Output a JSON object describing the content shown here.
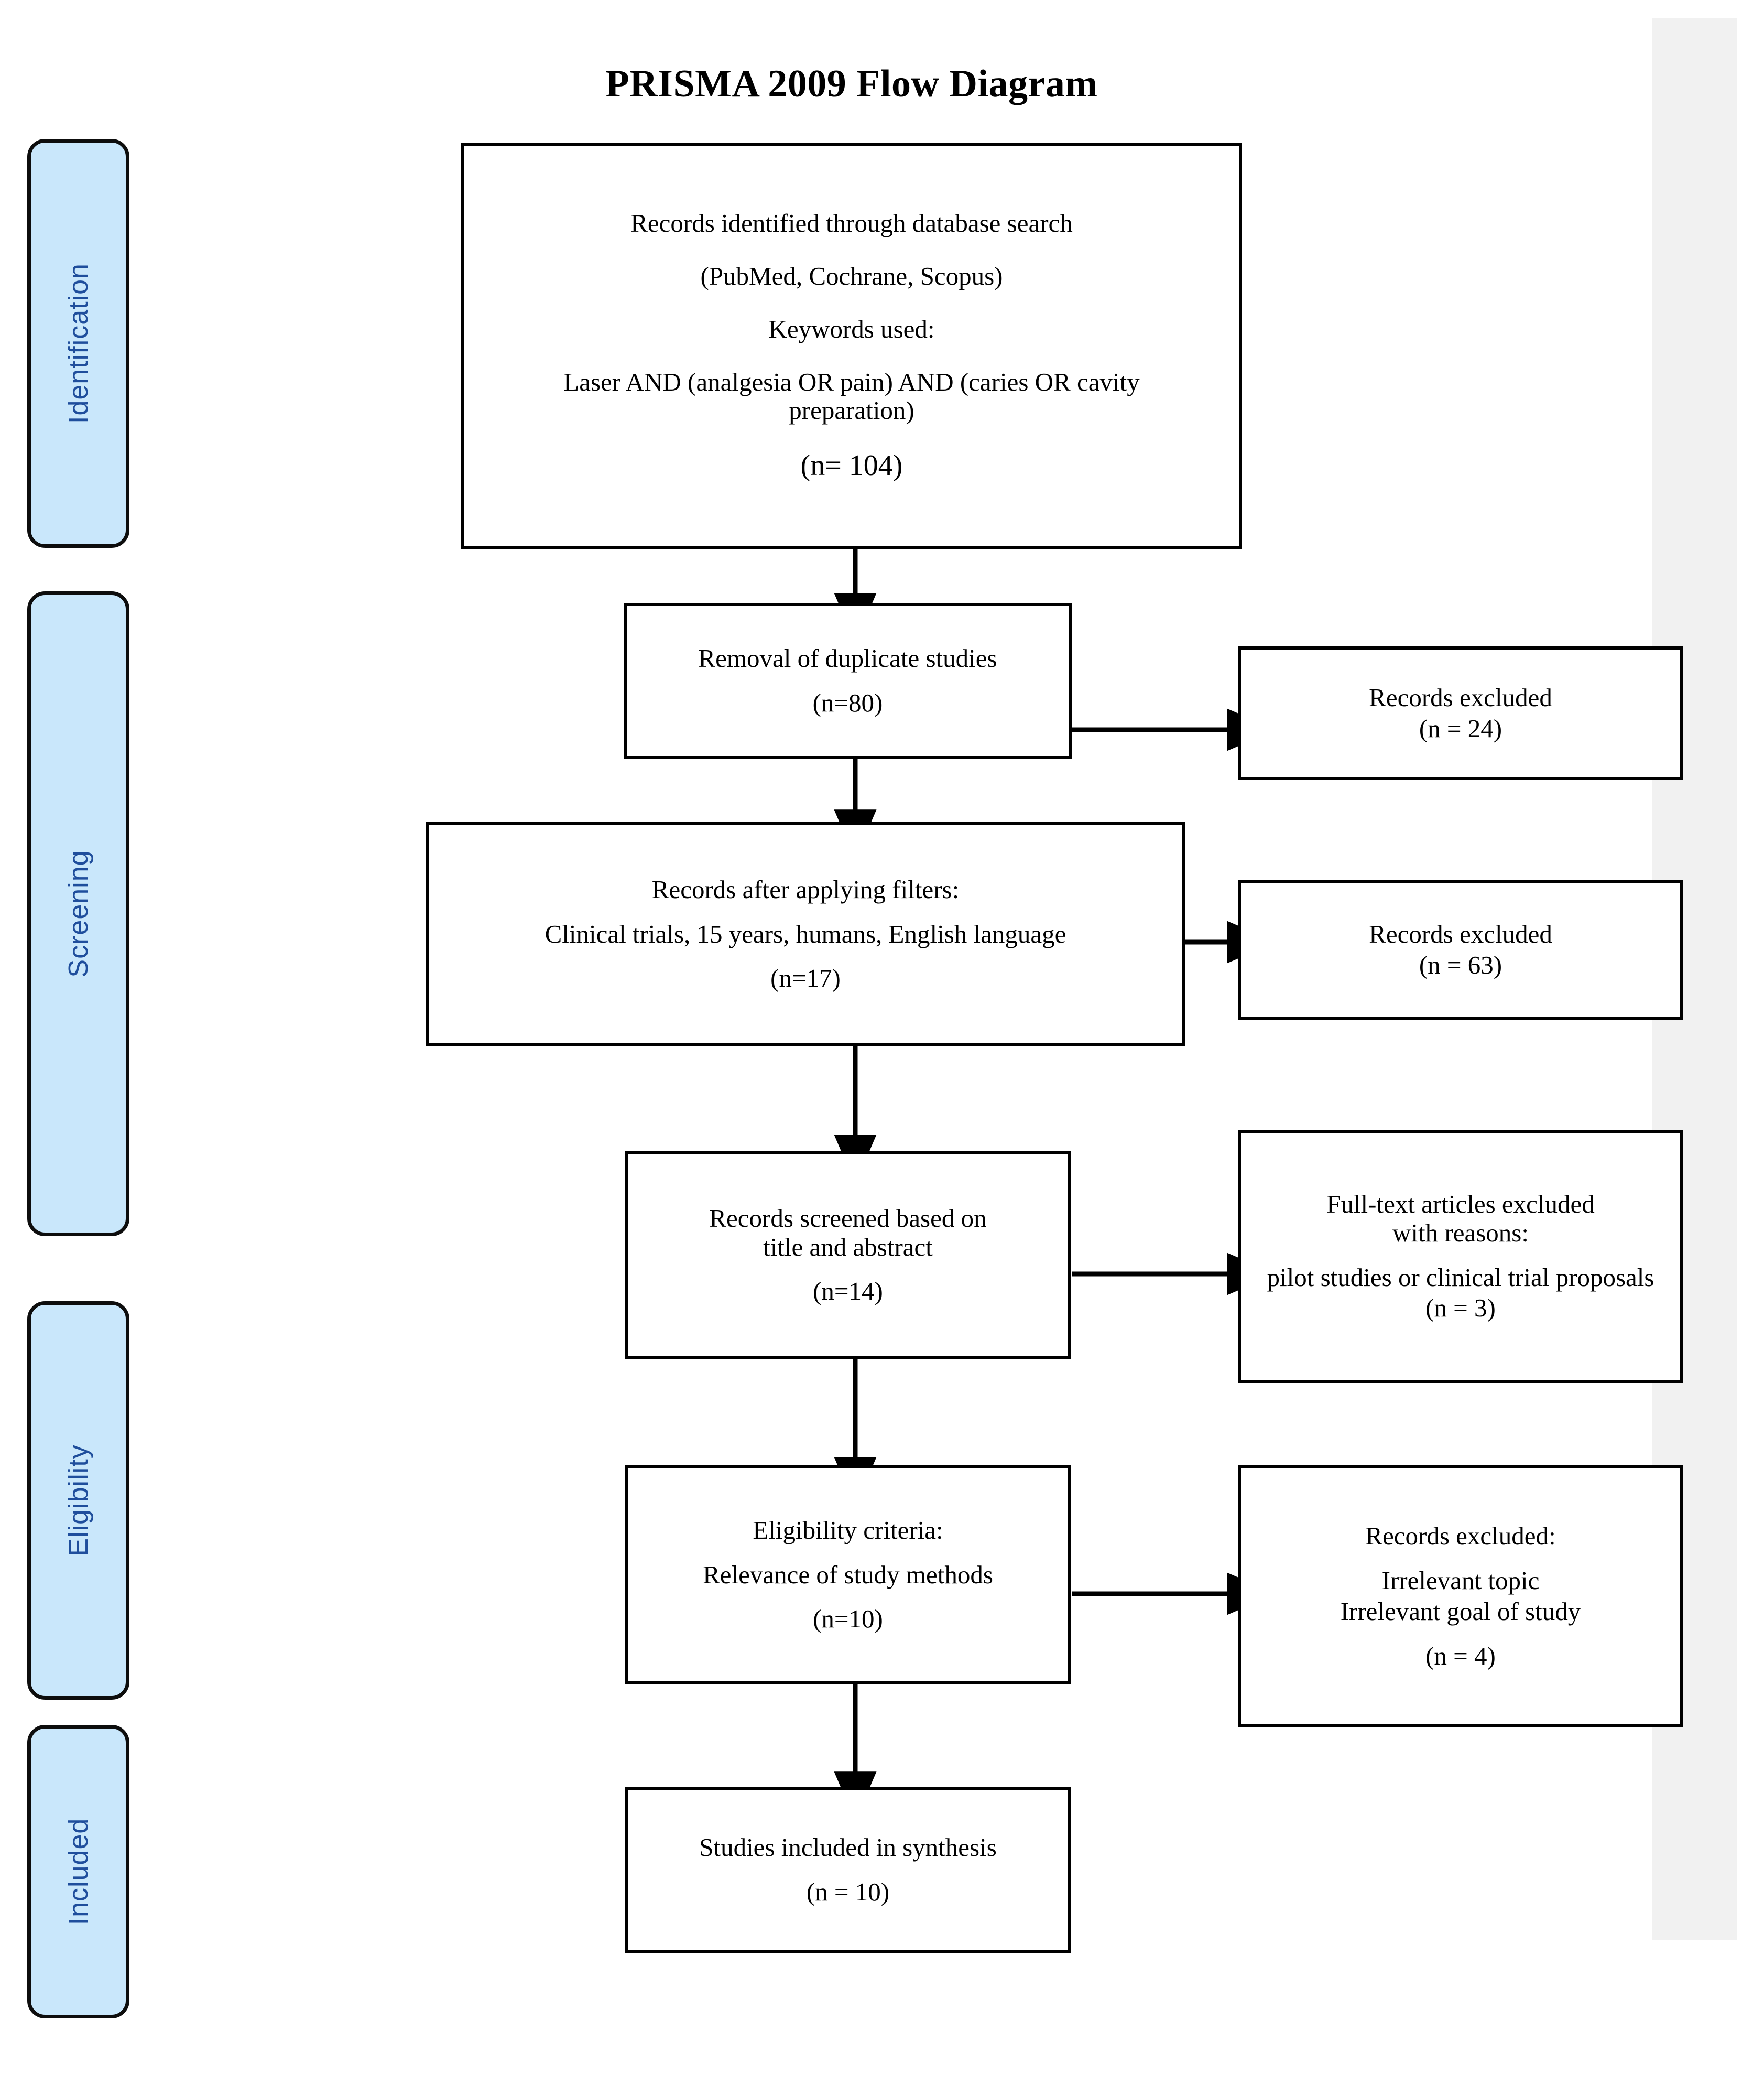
{
  "diagram": {
    "title": "PRISMA 2009 Flow Diagram",
    "accent_color": "#c9e7fb",
    "label_text_color": "#1f4e9c",
    "box_border_color": "#000000",
    "side_strip_color": "#f1f1f1"
  },
  "stages": [
    {
      "label": "Identification"
    },
    {
      "label": "Screening"
    },
    {
      "label": "Eligibility"
    },
    {
      "label": "Included"
    }
  ],
  "boxes": {
    "identified": {
      "name": "records-identified",
      "lines": [
        "Records identified through database search",
        "(PubMed, Cochrane, Scopus)",
        "Keywords used:",
        "Laser AND (analgesia OR pain) AND (caries OR cavity preparation)",
        "(n= 104)"
      ]
    },
    "duplicates": {
      "name": "removal-of-duplicates",
      "lines": [
        "Removal of duplicate studies",
        "(n=80)"
      ]
    },
    "excluded_24": {
      "name": "records-excluded-24",
      "lines": [
        "Records excluded",
        "(n = 24)"
      ]
    },
    "filters": {
      "name": "records-after-filters",
      "lines": [
        "Records after applying filters:",
        "Clinical trials, 15 years, humans, English language",
        "(n=17)"
      ]
    },
    "excluded_63": {
      "name": "records-excluded-63",
      "lines": [
        "Records excluded",
        "(n = 63)"
      ]
    },
    "screened": {
      "name": "records-screened",
      "lines": [
        "Records screened based on title and abstract",
        "(n=14)"
      ]
    },
    "fulltext_excluded": {
      "name": "full-text-articles-excluded",
      "lines": [
        "Full-text articles excluded with reasons:",
        "pilot studies or clinical trial proposals",
        "(n = 3)"
      ]
    },
    "eligibility": {
      "name": "eligibility-criteria",
      "lines": [
        "Eligibility criteria:",
        "Relevance of study methods",
        "(n=10)"
      ]
    },
    "excluded_4": {
      "name": "records-excluded-4",
      "lines": [
        "Records excluded:",
        "Irrelevant topic",
        "Irrelevant goal of study",
        "(n = 4)"
      ]
    },
    "included": {
      "name": "studies-included-in-synthesis",
      "lines": [
        "Studies included in synthesis",
        "(n = 10)"
      ]
    }
  },
  "chart_data": {
    "type": "diagram",
    "title": "PRISMA 2009 Flow Diagram",
    "nodes": [
      {
        "id": "identified",
        "stage": "Identification",
        "label": "Records identified through database search (PubMed, Cochrane, Scopus)",
        "n": 104
      },
      {
        "id": "duplicates",
        "stage": "Screening",
        "label": "Removal of duplicate studies",
        "n": 80
      },
      {
        "id": "excluded_24",
        "stage": "Screening",
        "label": "Records excluded",
        "n": 24
      },
      {
        "id": "filters",
        "stage": "Screening",
        "label": "Records after applying filters: Clinical trials, 15 years, humans, English language",
        "n": 17
      },
      {
        "id": "excluded_63",
        "stage": "Screening",
        "label": "Records excluded",
        "n": 63
      },
      {
        "id": "screened",
        "stage": "Screening",
        "label": "Records screened based on title and abstract",
        "n": 14
      },
      {
        "id": "fulltext_excluded",
        "stage": "Screening",
        "label": "Full-text articles excluded with reasons: pilot studies or clinical trial proposals",
        "n": 3
      },
      {
        "id": "eligibility",
        "stage": "Eligibility",
        "label": "Eligibility criteria: Relevance of study methods",
        "n": 10
      },
      {
        "id": "excluded_4",
        "stage": "Eligibility",
        "label": "Records excluded: Irrelevant topic, Irrelevant goal of study",
        "n": 4
      },
      {
        "id": "included",
        "stage": "Included",
        "label": "Studies included in synthesis",
        "n": 10
      }
    ],
    "edges": [
      {
        "from": "identified",
        "to": "duplicates",
        "direction": "down"
      },
      {
        "from": "duplicates",
        "to": "excluded_24",
        "direction": "right"
      },
      {
        "from": "duplicates",
        "to": "filters",
        "direction": "down"
      },
      {
        "from": "filters",
        "to": "excluded_63",
        "direction": "right"
      },
      {
        "from": "filters",
        "to": "screened",
        "direction": "down"
      },
      {
        "from": "screened",
        "to": "fulltext_excluded",
        "direction": "right"
      },
      {
        "from": "screened",
        "to": "eligibility",
        "direction": "down"
      },
      {
        "from": "eligibility",
        "to": "excluded_4",
        "direction": "right"
      },
      {
        "from": "eligibility",
        "to": "included",
        "direction": "down"
      }
    ]
  }
}
